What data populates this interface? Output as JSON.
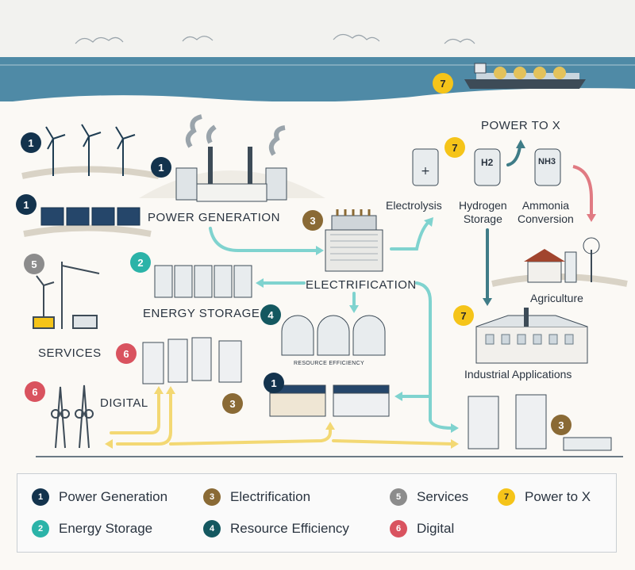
{
  "labels": {
    "power_generation": "POWER GENERATION",
    "electrification": "ELECTRIFICATION",
    "energy_storage": "ENERGY STORAGE",
    "services": "SERVICES",
    "digital": "DIGITAL",
    "resource_efficiency": "RESOURCE EFFICIENCY",
    "power_to_x": "POWER TO X",
    "electrolysis": "Electrolysis",
    "hydrogen_storage": "Hydrogen\nStorage",
    "ammonia_conversion": "Ammonia\nConversion",
    "agriculture": "Agriculture",
    "industrial_applications": "Industrial Applications",
    "h2": "H2",
    "nh3": "NH3"
  },
  "badges": {
    "wind": "1",
    "coal": "1",
    "solar": "1",
    "houses": "1",
    "electrification_top": "3",
    "electrification_bottom": "3",
    "city": "3",
    "storage": "2",
    "efficiency": "4",
    "services": "5",
    "digital_servers": "6",
    "digital_towers": "6",
    "ship": "7",
    "power_to_x": "7",
    "industry": "7"
  },
  "legend": [
    {
      "num": "1",
      "label": "Power Generation",
      "color": "#13334d"
    },
    {
      "num": "3",
      "label": "Electrification",
      "color": "#8a6a35"
    },
    {
      "num": "5",
      "label": "Services",
      "color": "#8c8c8c"
    },
    {
      "num": "7",
      "label": "Power to X",
      "color": "#f5c419"
    },
    {
      "num": "2",
      "label": "Energy Storage",
      "color": "#2bb3a8"
    },
    {
      "num": "4",
      "label": "Resource Efficiency",
      "color": "#145860"
    },
    {
      "num": "6",
      "label": "Digital",
      "color": "#d9535f"
    }
  ],
  "colors": {
    "teal_flow": "#7fd3cf",
    "yellow_flow": "#f3d873",
    "dark_flow": "#3f7c87",
    "red_flow": "#e07a82",
    "sea": "#4f8aa6"
  }
}
